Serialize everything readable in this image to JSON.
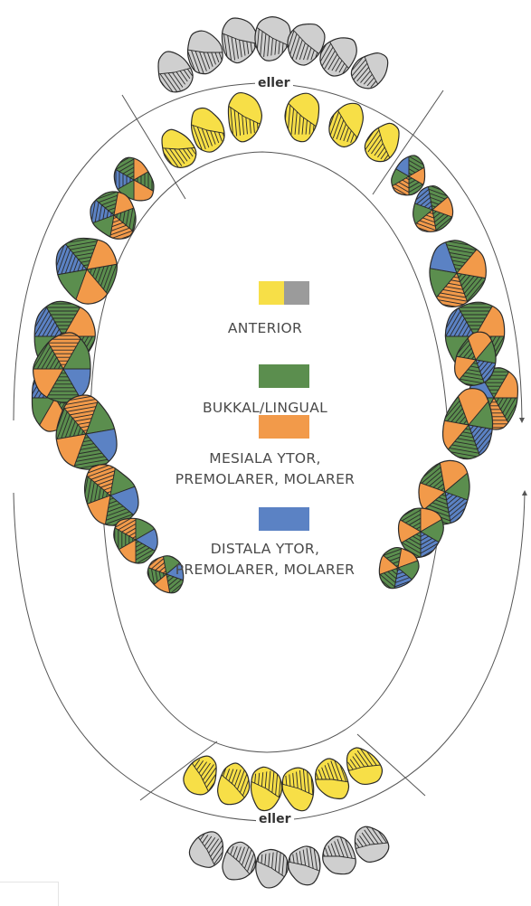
{
  "legend": {
    "anterior": {
      "label": "ANTERIOR",
      "colors": [
        "#f7df47",
        "#9b9b9b"
      ]
    },
    "bukkal": {
      "label": "BUKKAL/LINGUAL",
      "color": "#5b8e4e"
    },
    "mesiala": {
      "line1": "MESIALA YTOR,",
      "line2": "PREMOLARER, MOLARER",
      "color": "#f29a4a"
    },
    "distala": {
      "line1": "DISTALA YTOR,",
      "line2": "PREMOLARER, MOLARER",
      "color": "#5b82c4"
    }
  },
  "eller_top": "eller",
  "eller_bottom": "eller",
  "colors": {
    "anterior": "#f7df47",
    "gray": "#cfcfcf",
    "buccal": "#5b8e4e",
    "mesial": "#f29a4a",
    "distal": "#5b82c4",
    "stroke": "#2a2a2a",
    "guide": "#555555"
  }
}
